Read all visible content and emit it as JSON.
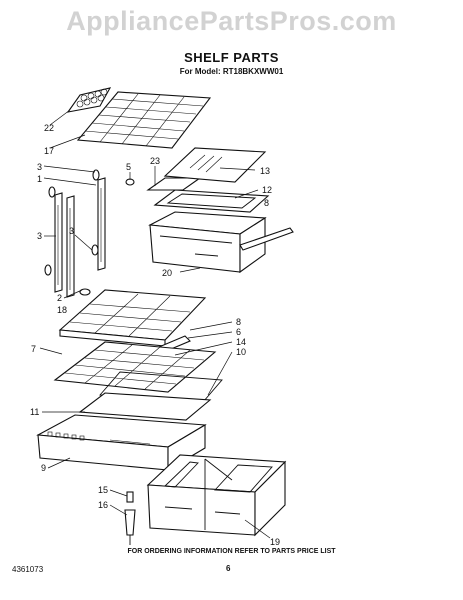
{
  "watermark": "AppliancePartsPros.com",
  "title": "SHELF PARTS",
  "model_line": "For Model: RT18BKXWW01",
  "footer_note": "FOR ORDERING INFORMATION REFER TO PARTS PRICE LIST",
  "page_number": "6",
  "document_number": "4361073",
  "callouts": [
    "22",
    "17",
    "3",
    "1",
    "5",
    "23",
    "13",
    "12",
    "8",
    "3",
    "20",
    "3",
    "2",
    "18",
    "8",
    "6",
    "14",
    "10",
    "7",
    "11",
    "9",
    "15",
    "16",
    "19"
  ]
}
